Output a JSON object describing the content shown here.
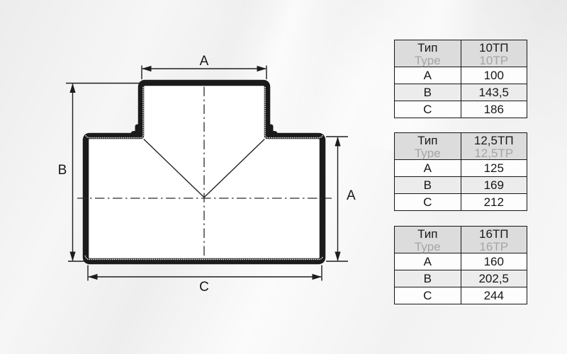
{
  "diagram": {
    "description": "Tee pipe fitting technical drawing",
    "labels": {
      "branch_width": "A",
      "overall_height": "B",
      "body_height": "A",
      "overall_length": "C"
    }
  },
  "tables": [
    {
      "header": {
        "col1_ru": "Тип",
        "col1_en": "Type",
        "col2_ru": "10ТП",
        "col2_en": "10TP"
      },
      "rows": [
        {
          "label": "A",
          "value": "100"
        },
        {
          "label": "B",
          "value": "143,5"
        },
        {
          "label": "C",
          "value": "186"
        }
      ]
    },
    {
      "header": {
        "col1_ru": "Тип",
        "col1_en": "Type",
        "col2_ru": "12,5ТП",
        "col2_en": "12,5TP"
      },
      "rows": [
        {
          "label": "A",
          "value": "125"
        },
        {
          "label": "B",
          "value": "169"
        },
        {
          "label": "C",
          "value": "212"
        }
      ]
    },
    {
      "header": {
        "col1_ru": "Тип",
        "col1_en": "Type",
        "col2_ru": "16ТП",
        "col2_en": "16TP"
      },
      "rows": [
        {
          "label": "A",
          "value": "160"
        },
        {
          "label": "B",
          "value": "202,5"
        },
        {
          "label": "C",
          "value": "244"
        }
      ]
    }
  ],
  "colors": {
    "line": "#1b1b1b",
    "header_bg": "#dcdcdc",
    "shaded_row_bg": "#ececec",
    "secondary_text": "#a5a5a5",
    "background": "#f3f3f3"
  }
}
